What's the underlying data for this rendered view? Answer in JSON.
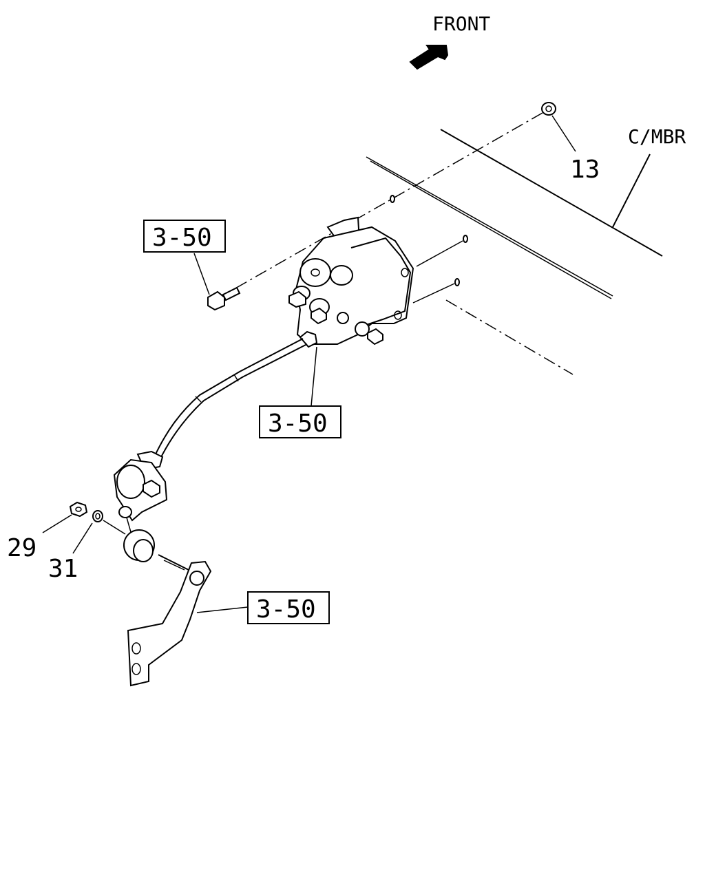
{
  "labels": {
    "front": "FRONT",
    "cross_member": "C/MBR",
    "ref_top": "3-50",
    "ref_middle": "3-50",
    "ref_bottom": "3-50",
    "part_13": "13",
    "part_29": "29",
    "part_31": "31"
  },
  "icons": {
    "front_arrow": "arrow-icon"
  }
}
